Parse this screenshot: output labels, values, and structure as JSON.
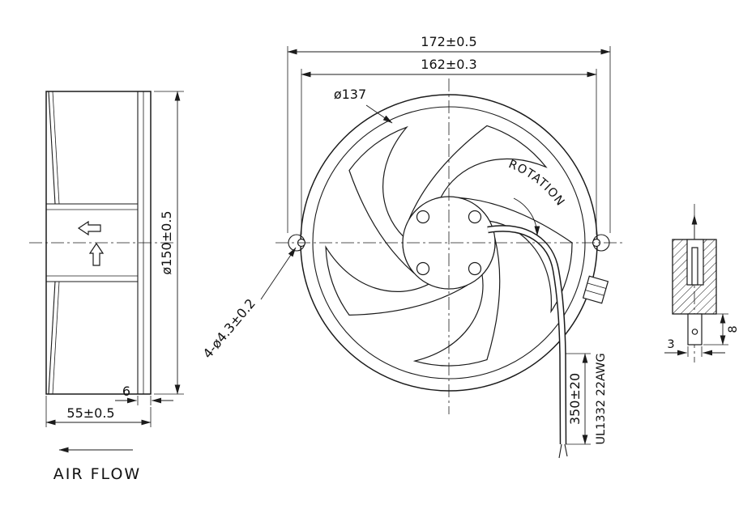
{
  "drawing": {
    "front_view": {
      "dim_frame_width": "172±0.5",
      "dim_hole_spacing": "162±0.3",
      "dim_impeller_diameter": "ø137",
      "dim_mounting_holes": "4-ø4.3±0.2",
      "rotation_label": "ROTATION",
      "dim_lead_wire_length": "350±20",
      "lead_wire_spec": "UL1332 22AWG"
    },
    "side_view": {
      "dim_fan_diameter": "ø150±0.5",
      "dim_flange_thickness": "6",
      "dim_fan_depth": "55±0.5",
      "airflow_label": "AIR FLOW"
    },
    "terminal_detail": {
      "dim_terminal_width": "3",
      "dim_terminal_height": "8"
    }
  }
}
